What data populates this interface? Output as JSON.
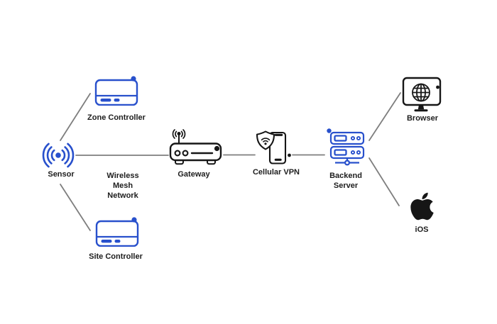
{
  "diagram": {
    "nodes": {
      "sensor": {
        "label": "Sensor",
        "icon": "wireless-signal-icon"
      },
      "zone_controller": {
        "label": "Zone Controller",
        "icon": "controller-device-icon"
      },
      "site_controller": {
        "label": "Site Controller",
        "icon": "controller-device-icon"
      },
      "gateway": {
        "label": "Gateway",
        "icon": "router-icon"
      },
      "cellular_vpn": {
        "label": "Cellular VPN",
        "icon": "phone-shield-icon"
      },
      "backend_server": {
        "label": "Backend Server",
        "icon": "server-stack-icon"
      },
      "browser": {
        "label": "Browser",
        "icon": "monitor-globe-icon"
      },
      "ios": {
        "label": "iOS",
        "icon": "apple-logo-icon"
      }
    },
    "edge_labels": {
      "wireless_mesh_network": "Wireless Mesh Network"
    },
    "colors": {
      "accent_blue": "#2850cc",
      "icon_black": "#161616",
      "connector_gray": "#7e7e7e",
      "label_text": "#1d1d1d",
      "background": "#ffffff"
    }
  }
}
